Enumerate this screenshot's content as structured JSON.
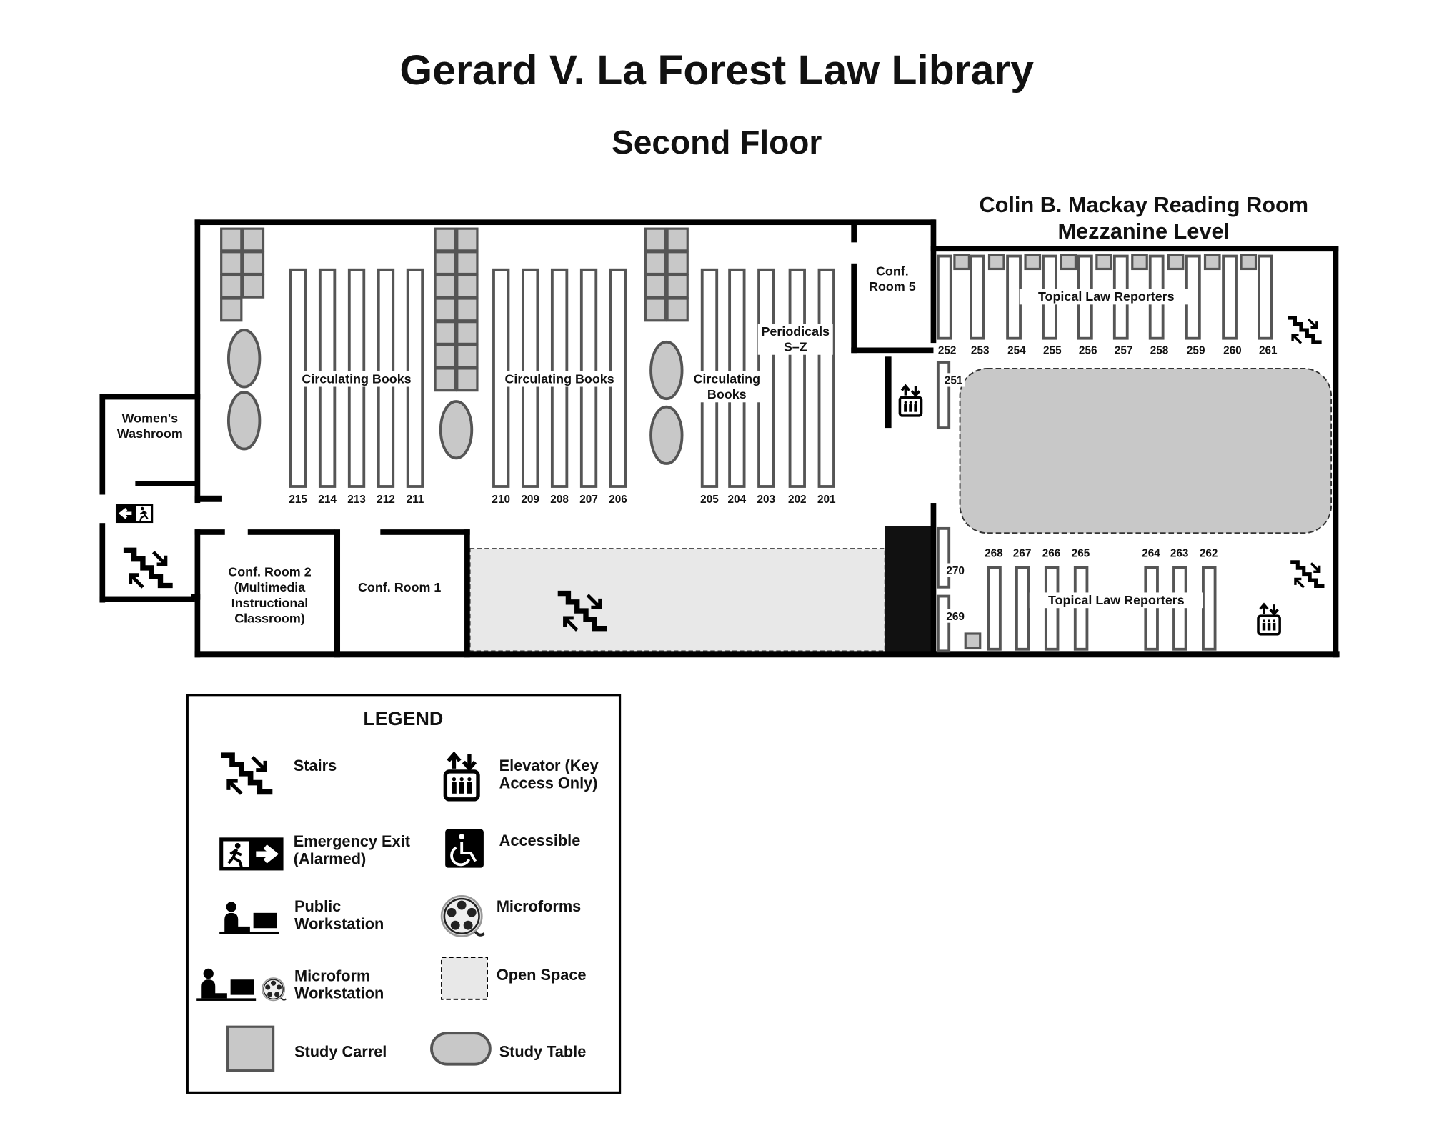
{
  "title": "Gerard V. La Forest Law Library",
  "subtitle": "Second Floor",
  "mezzanine": {
    "line1": "Colin B. Mackay Reading Room",
    "line2": "Mezzanine Level"
  },
  "rooms": {
    "womens_washroom": [
      "Women's",
      "Washroom"
    ],
    "conf5": [
      "Conf.",
      "Room 5"
    ],
    "conf2": [
      "Conf. Room 2",
      "(Multimedia",
      "Instructional",
      "Classroom)"
    ],
    "conf1": [
      "Conf. Room 1"
    ]
  },
  "sections": {
    "circ1": [
      "Circulating Books"
    ],
    "circ2": [
      "Circulating Books"
    ],
    "circ3": [
      "Circulating",
      "Books"
    ],
    "periodicals": [
      "Periodicals",
      "S–Z"
    ],
    "topical_top": [
      "Topical Law Reporters"
    ],
    "topical_bottom": [
      "Topical Law Reporters"
    ]
  },
  "shelves": {
    "main": [
      "215",
      "214",
      "213",
      "212",
      "211",
      "210",
      "209",
      "208",
      "207",
      "206",
      "205",
      "204",
      "203",
      "202",
      "201"
    ],
    "mezz_top": [
      "252",
      "253",
      "254",
      "255",
      "256",
      "257",
      "258",
      "259",
      "260",
      "261"
    ],
    "mezz_side": [
      "251",
      "270",
      "269"
    ],
    "mezz_bottom": [
      "268",
      "267",
      "266",
      "265",
      "264",
      "263",
      "262"
    ]
  },
  "legend": {
    "title": "LEGEND",
    "items": [
      {
        "icon": "stairs-icon",
        "label": [
          "Stairs"
        ]
      },
      {
        "icon": "elevator-icon",
        "label": [
          "Elevator (Key",
          "Access Only)"
        ]
      },
      {
        "icon": "emergency-exit-icon",
        "label": [
          "Emergency Exit",
          "(Alarmed)"
        ]
      },
      {
        "icon": "accessible-icon",
        "label": [
          "Accessible"
        ]
      },
      {
        "icon": "public-workstation-icon",
        "label": [
          "Public",
          "Workstation"
        ]
      },
      {
        "icon": "microforms-icon",
        "label": [
          "Microforms"
        ]
      },
      {
        "icon": "microform-workstation-icon",
        "label": [
          "Microform",
          "Workstation"
        ]
      },
      {
        "icon": "open-space-icon",
        "label": [
          "Open Space"
        ]
      },
      {
        "icon": "study-carrel-icon",
        "label": [
          "Study Carrel"
        ]
      },
      {
        "icon": "study-table-icon",
        "label": [
          "Study Table"
        ]
      }
    ]
  },
  "colors": {
    "wall": "#000000",
    "shelf_stroke": "#555555",
    "carrel_fill": "#c8c8c8",
    "open_space": "#e8e8e8"
  }
}
